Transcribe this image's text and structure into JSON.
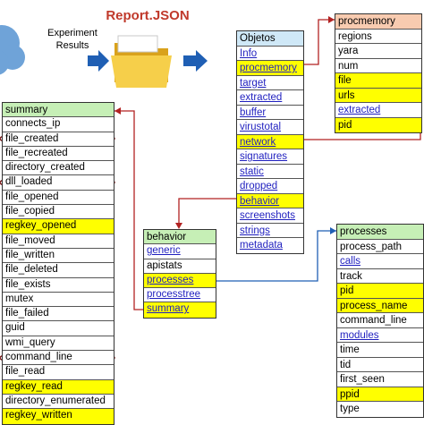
{
  "title": "Report.JSON",
  "arrow_label": "Experiment Results",
  "colors": {
    "highlight": "#ffff00",
    "link": "#1f1fbf",
    "connector": "#b22222",
    "arrow": "#1f5fb4",
    "cloud": "#6fa3d8"
  },
  "tables": {
    "summary": {
      "header": "summary",
      "rows": [
        {
          "t": "connects_ip",
          "s": ""
        },
        {
          "t": "file_created",
          "s": ""
        },
        {
          "t": "file_recreated",
          "s": ""
        },
        {
          "t": "directory_created",
          "s": ""
        },
        {
          "t": "dll_loaded",
          "s": ""
        },
        {
          "t": "file_opened",
          "s": ""
        },
        {
          "t": "file_copied",
          "s": ""
        },
        {
          "t": "regkey_opened",
          "s": "y"
        },
        {
          "t": "file_moved",
          "s": ""
        },
        {
          "t": "file_written",
          "s": ""
        },
        {
          "t": "file_deleted",
          "s": ""
        },
        {
          "t": "file_exists",
          "s": ""
        },
        {
          "t": "mutex",
          "s": ""
        },
        {
          "t": "file_failed",
          "s": ""
        },
        {
          "t": "guid",
          "s": ""
        },
        {
          "t": "wmi_query",
          "s": ""
        },
        {
          "t": "command_line",
          "s": ""
        },
        {
          "t": "file_read",
          "s": ""
        },
        {
          "t": "regkey_read",
          "s": "y"
        },
        {
          "t": "directory_enumerated",
          "s": ""
        },
        {
          "t": "regkey_written",
          "s": "y"
        }
      ]
    },
    "objetos": {
      "header": "Objetos",
      "rows": [
        {
          "t": "Info",
          "s": "link"
        },
        {
          "t": "procmemory",
          "s": "y link"
        },
        {
          "t": "target",
          "s": "link"
        },
        {
          "t": "extracted",
          "s": "link"
        },
        {
          "t": "buffer",
          "s": "link"
        },
        {
          "t": "virustotal",
          "s": "link"
        },
        {
          "t": "network",
          "s": "y link"
        },
        {
          "t": "signatures",
          "s": "link"
        },
        {
          "t": "static",
          "s": "link"
        },
        {
          "t": "dropped",
          "s": "link"
        },
        {
          "t": "behavior",
          "s": "y link"
        },
        {
          "t": "screenshots",
          "s": "link"
        },
        {
          "t": "strings",
          "s": "link"
        },
        {
          "t": "metadata",
          "s": "link"
        }
      ]
    },
    "procmemory": {
      "header": "procmemory",
      "rows": [
        {
          "t": "regions",
          "s": ""
        },
        {
          "t": "yara",
          "s": ""
        },
        {
          "t": "num",
          "s": ""
        },
        {
          "t": "file",
          "s": "y"
        },
        {
          "t": "urls",
          "s": "y"
        },
        {
          "t": "extracted",
          "s": "link"
        },
        {
          "t": "pid",
          "s": "y"
        }
      ]
    },
    "behavior": {
      "header": "behavior",
      "rows": [
        {
          "t": "generic",
          "s": "link"
        },
        {
          "t": "apistats",
          "s": ""
        },
        {
          "t": "processes",
          "s": "y link"
        },
        {
          "t": "processtree",
          "s": "link"
        },
        {
          "t": "summary",
          "s": "y link"
        }
      ]
    },
    "processes": {
      "header": "processes",
      "rows": [
        {
          "t": "process_path",
          "s": ""
        },
        {
          "t": "calls",
          "s": "link"
        },
        {
          "t": "track",
          "s": ""
        },
        {
          "t": "pid",
          "s": "y"
        },
        {
          "t": "process_name",
          "s": "y"
        },
        {
          "t": "command_line",
          "s": ""
        },
        {
          "t": "modules",
          "s": "link"
        },
        {
          "t": "time",
          "s": ""
        },
        {
          "t": "tid",
          "s": ""
        },
        {
          "t": "first_seen",
          "s": ""
        },
        {
          "t": "ppid",
          "s": "y"
        },
        {
          "t": "type",
          "s": ""
        }
      ]
    }
  }
}
